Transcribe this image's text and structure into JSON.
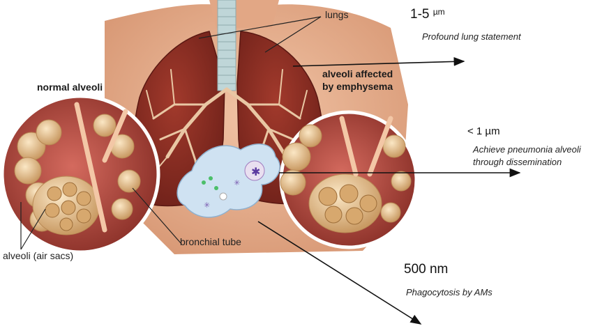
{
  "labels": {
    "lungs": "lungs",
    "normal_alveoli": "normal alveoli",
    "emphysema_line1": "alveoli affected",
    "emphysema_line2": "by emphysema",
    "bronchial_tube": "bronchial tube",
    "air_sacs": "alveoli (air sacs)"
  },
  "particles": [
    {
      "size_value": "1-5",
      "size_unit": "µm",
      "description": "Profound lung statement"
    },
    {
      "size_value": "< 1 µm",
      "description_line1": "Achieve pneumonia alveoli",
      "description_line2": "through dissemination"
    },
    {
      "size_value": "500 nm",
      "description": "Phagocytosis by AMs"
    }
  ],
  "colors": {
    "skin": "#e8b08f",
    "lung_tissue": "#8a2c22",
    "alveoli_fill": "#e6c79a",
    "cell_fill": "#cfe2f2",
    "arrow": "#111111"
  }
}
